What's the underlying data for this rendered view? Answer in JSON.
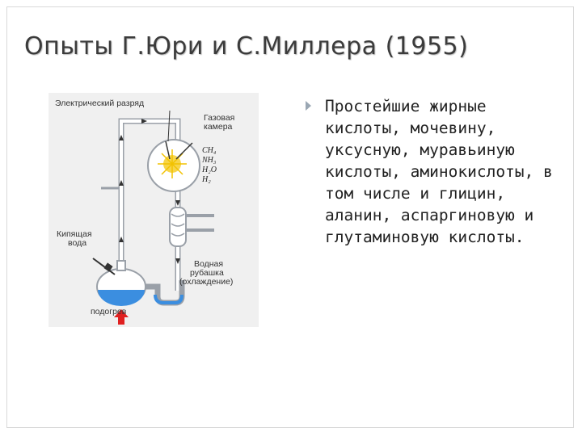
{
  "slide": {
    "title": "Опыты Г.Юри и С.Миллера (1955)",
    "bullet": "Простейшие жирные кислоты, мочевину, уксусную, муравьиную кислоты, аминокислоты, в том числе и глицин, аланин, аспаргиновую и глутаминовую кислоты."
  },
  "figure": {
    "labels": {
      "electric_discharge": "Электрический разряд",
      "gas_chamber_1": "Газовая",
      "gas_chamber_2": "камера",
      "boiling_water_1": "Кипящая",
      "boiling_water_2": "вода",
      "water_jacket_1": "Водная",
      "water_jacket_2": "рубашка",
      "water_jacket_3": "(охлаждение)",
      "heating": "подогрев"
    },
    "formulas": [
      "CH4",
      "NH3",
      "H2O",
      "H2"
    ],
    "colors": {
      "water": "#3b8ee0",
      "heat_arrow": "#e02020",
      "spark": "#f7d54a",
      "glass": "#c9cdd2"
    }
  }
}
